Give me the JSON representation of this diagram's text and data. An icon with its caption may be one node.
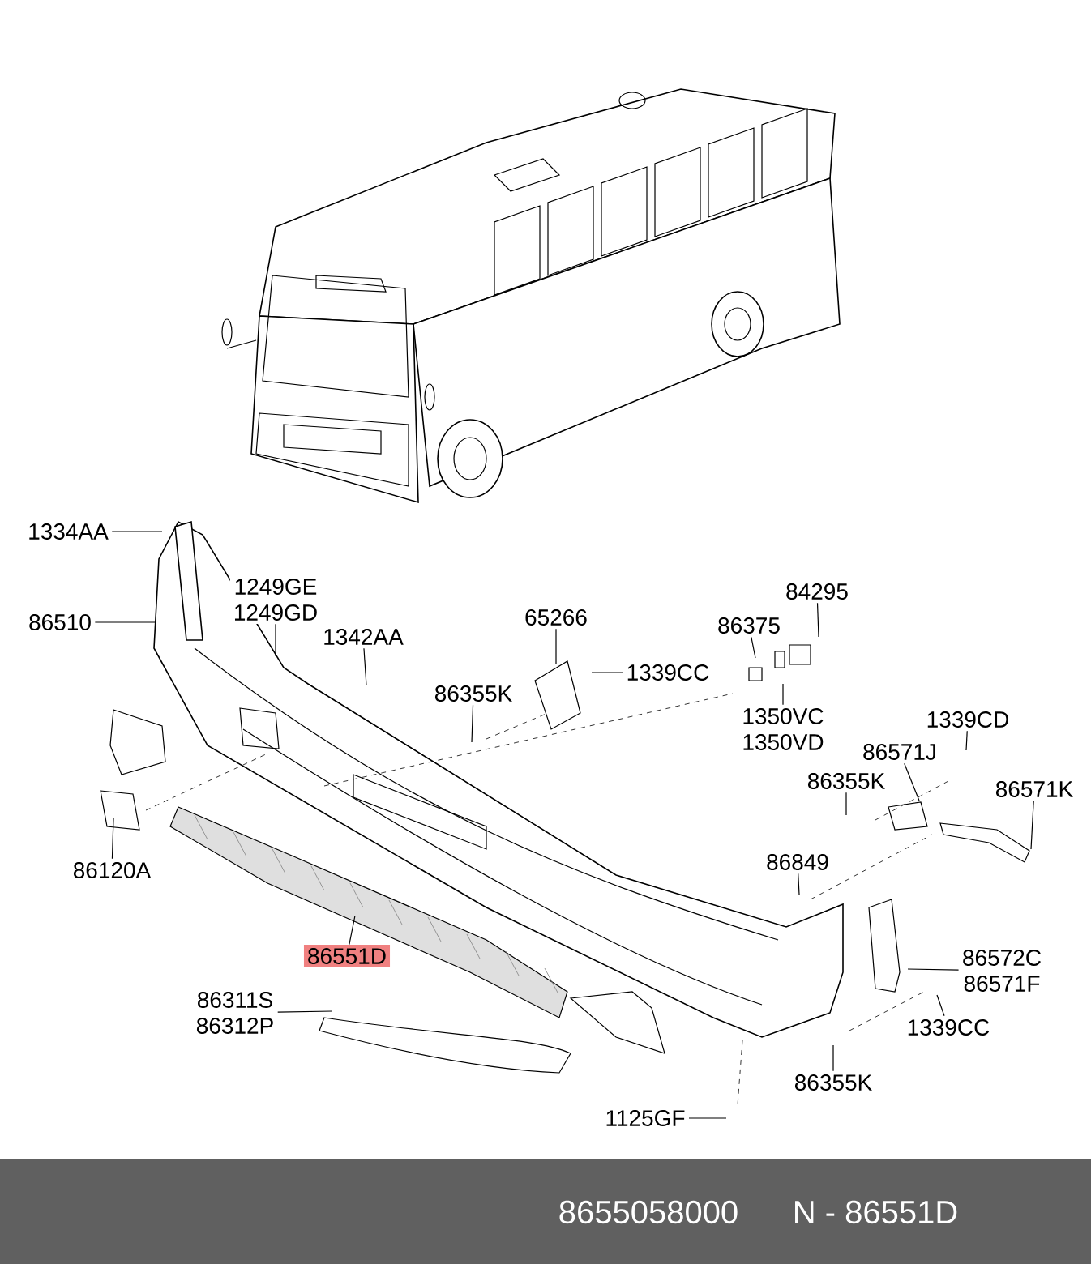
{
  "diagram": {
    "nodes": [
      {
        "text": [
          "1334AA"
        ]
      },
      {
        "text": [
          "86510"
        ]
      },
      {
        "text": [
          "1249GE",
          "1249GD"
        ]
      },
      {
        "text": [
          "1342AA"
        ]
      },
      {
        "text": [
          "86355K"
        ]
      },
      {
        "text": [
          "65266"
        ]
      },
      {
        "text": [
          "1339CC"
        ]
      },
      {
        "text": [
          "86375"
        ]
      },
      {
        "text": [
          "84295"
        ]
      },
      {
        "text": [
          "1350VC",
          "1350VD"
        ]
      },
      {
        "text": [
          "1339CD"
        ]
      },
      {
        "text": [
          "86571J"
        ]
      },
      {
        "text": [
          "86355K"
        ]
      },
      {
        "text": [
          "86571K"
        ]
      },
      {
        "text": [
          "86849"
        ]
      },
      {
        "text": [
          "86120A"
        ]
      },
      {
        "text": [
          "86551D"
        ]
      },
      {
        "text": [
          "86311S",
          "86312P"
        ]
      },
      {
        "text": [
          "86572C",
          "86571F"
        ]
      },
      {
        "text": [
          "1339CC"
        ]
      },
      {
        "text": [
          "86355K"
        ]
      },
      {
        "text": [
          "1125GF"
        ]
      }
    ],
    "edges": [
      {
        "from": 0,
        "to": null,
        "arrow": "none"
      },
      {
        "from": 1,
        "to": null,
        "arrow": "none"
      },
      {
        "from": 2,
        "to": null,
        "arrow": "none"
      },
      {
        "from": 3,
        "to": null,
        "arrow": "none"
      },
      {
        "from": 4,
        "to": null,
        "arrow": "none"
      },
      {
        "from": 5,
        "to": null,
        "arrow": "none"
      },
      {
        "from": 6,
        "to": null,
        "arrow": "none"
      },
      {
        "from": 7,
        "to": null,
        "arrow": "none"
      },
      {
        "from": 8,
        "to": null,
        "arrow": "none"
      },
      {
        "from": 9,
        "to": null,
        "arrow": "none"
      },
      {
        "from": 10,
        "to": null,
        "arrow": "none"
      },
      {
        "from": 11,
        "to": null,
        "arrow": "none"
      },
      {
        "from": 12,
        "to": null,
        "arrow": "none"
      },
      {
        "from": 13,
        "to": null,
        "arrow": "none"
      },
      {
        "from": 14,
        "to": null,
        "arrow": "none"
      },
      {
        "from": 15,
        "to": null,
        "arrow": "none"
      },
      {
        "from": 16,
        "to": null,
        "arrow": "none"
      },
      {
        "from": 17,
        "to": null,
        "arrow": "none"
      },
      {
        "from": 18,
        "to": null,
        "arrow": "none"
      },
      {
        "from": 19,
        "to": null,
        "arrow": "none"
      },
      {
        "from": 20,
        "to": null,
        "arrow": "none"
      },
      {
        "from": 21,
        "to": null,
        "arrow": "none"
      }
    ],
    "labels": [
      "8655058000",
      "N - 86551D"
    ]
  }
}
